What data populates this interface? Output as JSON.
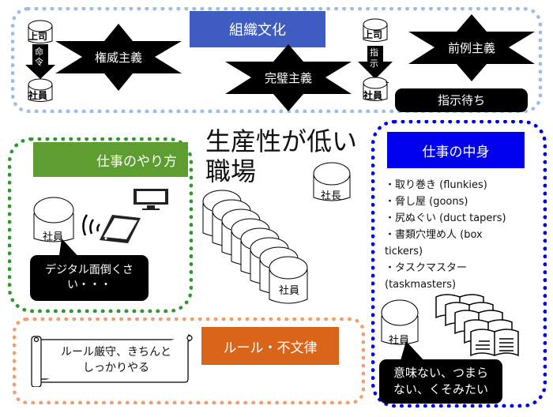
{
  "title": {
    "line1": "生産性が低い",
    "line2": "職場"
  },
  "colors": {
    "org_culture_frame": "#9dbde6",
    "org_culture_label": "#3e5cc1",
    "work_method_frame": "#2e9a2e",
    "work_method_label": "#5e9e31",
    "work_content_frame": "#0000e6",
    "work_content_label": "#0000ee",
    "rules_frame": "#f0a070",
    "rules_label": "#d9651b"
  },
  "org_culture": {
    "label": "組織文化",
    "stars": [
      "権威主義",
      "完璧主義",
      "前例主義"
    ],
    "left_chain": {
      "boss": "上司",
      "arrow": "命令",
      "employee": "社員"
    },
    "right_chain": {
      "boss": "上司",
      "arrow": "指示",
      "employee": "社員"
    },
    "callout": "指示待ち"
  },
  "center": {
    "president": "社長",
    "employees": "社員"
  },
  "work_method": {
    "label": "仕事のやり方",
    "employee": "社員",
    "callout": "デジタル面倒くさい・・・",
    "icons": [
      "wifi-signal-icon",
      "tablet-icon",
      "monitor-icon"
    ]
  },
  "work_content": {
    "label": "仕事の中身",
    "items": [
      "・取り巻き (flunkies)",
      "・脅し屋 (goons)",
      "・尻ぬぐい (duct tapers)",
      "・書類穴埋め人 (box",
      "tickers)",
      "・タスクマスター",
      "(taskmasters)"
    ],
    "employee": "社員",
    "callout_line1": "意味ない、つまら",
    "callout_line2": "ない、くそみたい"
  },
  "rules": {
    "label": "ルール・不文律",
    "scroll_line1": "ルール厳守、きちんと",
    "scroll_line2": "しっかりやる"
  }
}
